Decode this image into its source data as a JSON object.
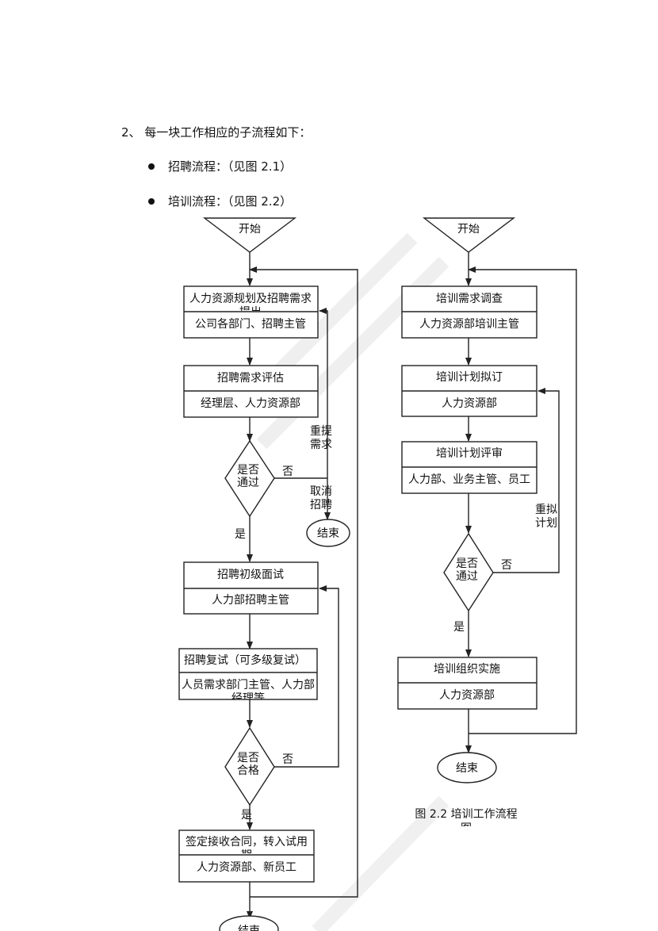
{
  "intro": {
    "heading": "2、 每一块工作相应的子流程如下：",
    "bullet1": "招聘流程：（见图 2.1）",
    "bullet2": "培训流程：（见图 2.2）"
  },
  "recruit": {
    "start": "开始",
    "s1": [
      "人力资源规划及招聘需求",
      "提出"
    ],
    "s1_owner": "公司各部门、招聘主管",
    "s2": "招聘需求评估",
    "s2_owner": "经理层、人力资源部",
    "d1": [
      "是否",
      "通过"
    ],
    "no1": "否",
    "resubmit": [
      "重提",
      "需求"
    ],
    "cancel": [
      "取消",
      "招聘"
    ],
    "end1": "结束",
    "yes1": "是",
    "s3": "招聘初级面试",
    "s3_owner": "人力部招聘主管",
    "s4": "招聘复试（可多级复试）",
    "s4_owner": [
      "人员需求部门主管、人力部",
      "经理等"
    ],
    "d2": [
      "是否",
      "合格"
    ],
    "no2": "否",
    "yes2": "是",
    "s5": [
      "签定接收合同，转入试用",
      "期"
    ],
    "s5_owner": "人力资源部、新员工",
    "end2": "结束"
  },
  "training": {
    "start": "开始",
    "s1": "培训需求调查",
    "s1_owner": "人力资源部培训主管",
    "s2": "培训计划拟订",
    "s2_owner": "人力资源部",
    "s3": "培训计划评审",
    "s3_owner": "人力部、业务主管、员工",
    "redo": [
      "重拟",
      "计划"
    ],
    "d1": [
      "是否",
      "通过"
    ],
    "no": "否",
    "yes": "是",
    "s4": "培训组织实施",
    "s4_owner": "人力资源部",
    "end": "结束",
    "caption": [
      "图 2.2  培训工作流程",
      "图"
    ]
  }
}
